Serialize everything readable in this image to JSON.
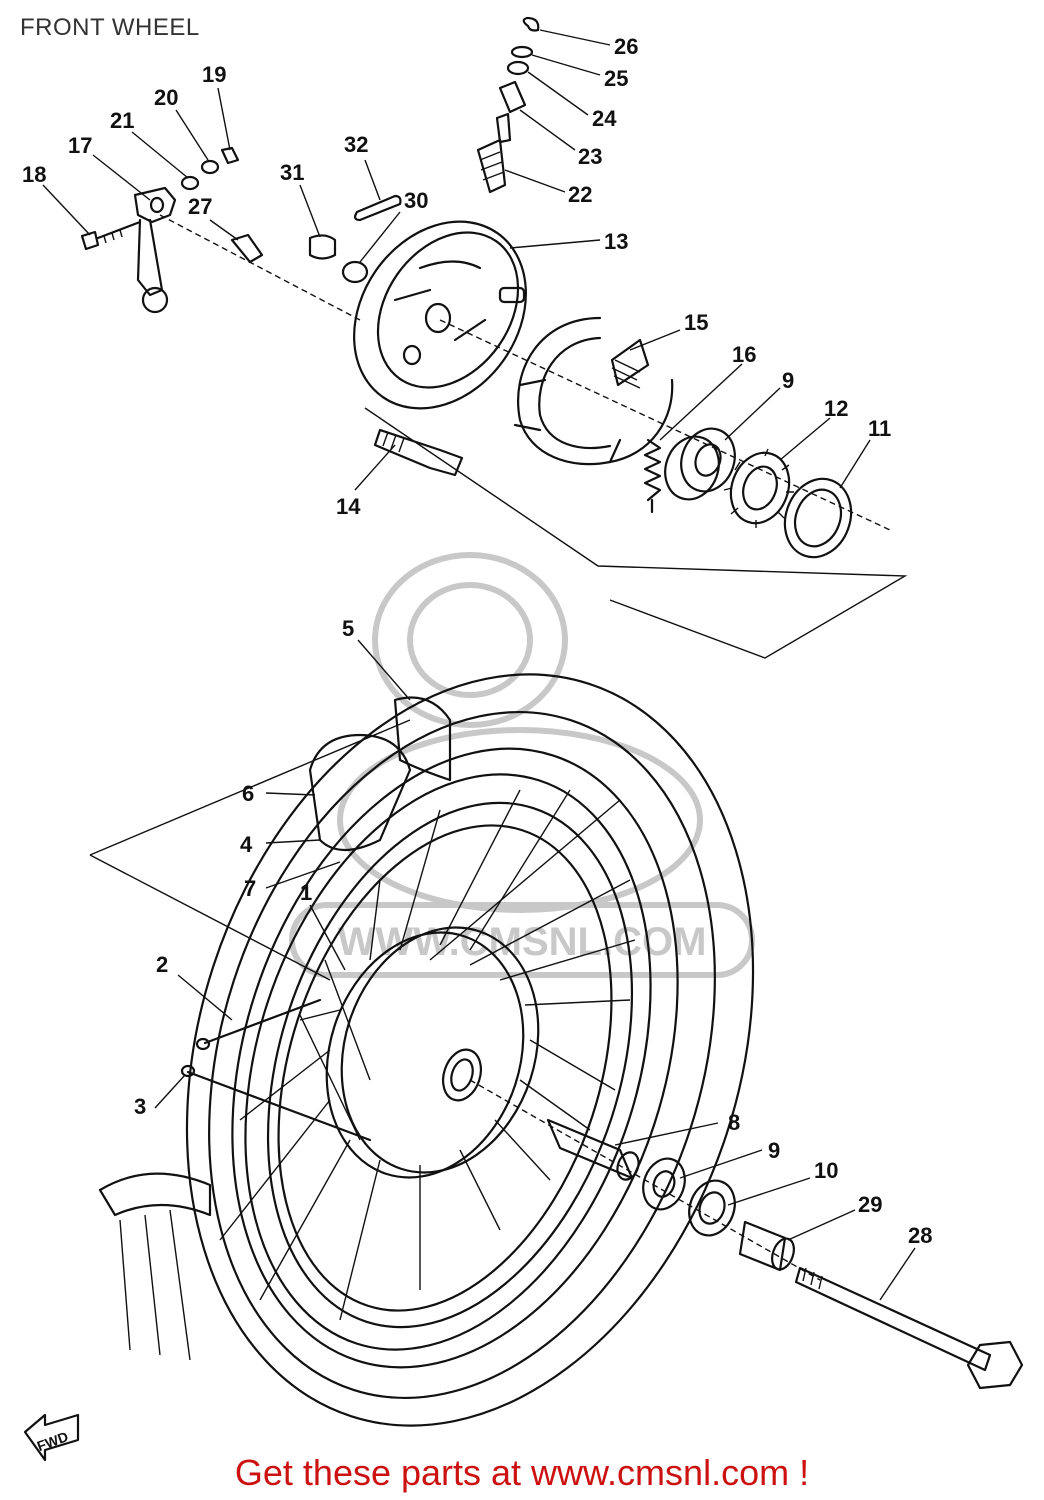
{
  "page": {
    "title": "FRONT WHEEL"
  },
  "banner": {
    "text": "Get these parts at www.cmsnl.com !"
  },
  "watermark": {
    "text": "WWW.CMSNL.COM"
  },
  "direction_marker": {
    "text": "FWD"
  },
  "callouts": [
    {
      "id": "c26",
      "label": "26"
    },
    {
      "id": "c25",
      "label": "25"
    },
    {
      "id": "c24",
      "label": "24"
    },
    {
      "id": "c23",
      "label": "23"
    },
    {
      "id": "c22",
      "label": "22"
    },
    {
      "id": "c13",
      "label": "13"
    },
    {
      "id": "c19",
      "label": "19"
    },
    {
      "id": "c20",
      "label": "20"
    },
    {
      "id": "c21",
      "label": "21"
    },
    {
      "id": "c17",
      "label": "17"
    },
    {
      "id": "c18",
      "label": "18"
    },
    {
      "id": "c27",
      "label": "27"
    },
    {
      "id": "c32",
      "label": "32"
    },
    {
      "id": "c31",
      "label": "31"
    },
    {
      "id": "c30",
      "label": "30"
    },
    {
      "id": "c15",
      "label": "15"
    },
    {
      "id": "c16",
      "label": "16"
    },
    {
      "id": "c9a",
      "label": "9"
    },
    {
      "id": "c12",
      "label": "12"
    },
    {
      "id": "c11",
      "label": "11"
    },
    {
      "id": "c14",
      "label": "14"
    },
    {
      "id": "c5",
      "label": "5"
    },
    {
      "id": "c6",
      "label": "6"
    },
    {
      "id": "c4",
      "label": "4"
    },
    {
      "id": "c7",
      "label": "7"
    },
    {
      "id": "c1",
      "label": "1"
    },
    {
      "id": "c2",
      "label": "2"
    },
    {
      "id": "c3",
      "label": "3"
    },
    {
      "id": "c8",
      "label": "8"
    },
    {
      "id": "c9b",
      "label": "9"
    },
    {
      "id": "c10",
      "label": "10"
    },
    {
      "id": "c29",
      "label": "29"
    },
    {
      "id": "c28",
      "label": "28"
    }
  ]
}
